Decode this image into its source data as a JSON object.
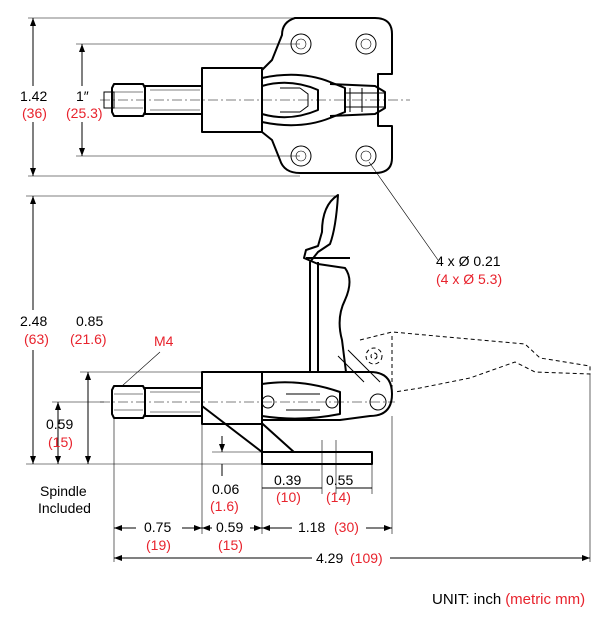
{
  "labels": {
    "top_height_in": "1.42",
    "top_height_mm": "(36)",
    "top_inner_in": "1″",
    "top_inner_mm": "(25.3)",
    "hole_in": "4 x Ø 0.21",
    "hole_mm": "(4 x Ø 5.3)",
    "side_height_in": "2.48",
    "side_height_mm": "(63)",
    "stroke_in": "0.85",
    "stroke_mm": "(21.6)",
    "thread": "M4",
    "spindle_h_in": "0.59",
    "spindle_h_mm": "(15)",
    "spindle_line1": "Spindle",
    "spindle_line2": "Included",
    "gap_in": "0.06",
    "gap_mm": "(1.6)",
    "base1_in": "0.39",
    "base1_mm": "(10)",
    "base2_in": "0.55",
    "base2_mm": "(14)",
    "d1_in": "0.75",
    "d1_mm": "(19)",
    "d2_in": "0.59",
    "d2_mm": "(15)",
    "d3_in": "1.18",
    "d3_mm": "(30)",
    "total_in": "4.29",
    "total_mm": "(109)",
    "unit_prefix": "UNIT: inch",
    "unit_metric": "(metric mm)"
  },
  "colors": {
    "metric": "#e8232d",
    "line": "#000000"
  }
}
